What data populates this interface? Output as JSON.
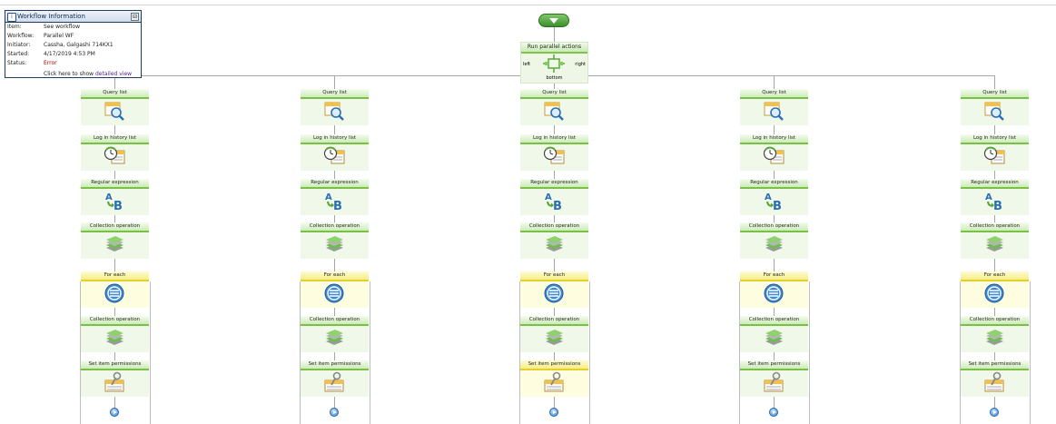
{
  "workflow_info": {
    "title": "Workflow Information",
    "minimize": "⊟",
    "rows": [
      {
        "key": "Item:",
        "value": "See workflow"
      },
      {
        "key": "Workflow:",
        "value": "Parallel WF"
      },
      {
        "key": "Initiator:",
        "value": "Cassha, Galgashi 714KX1"
      },
      {
        "key": "Started:",
        "value": "4/17/2019 4:53 PM"
      },
      {
        "key": "Status:",
        "value": "Error"
      }
    ],
    "link_prefix": "Click here to show ",
    "link_text": "detailed view"
  },
  "parallel_block": {
    "title": "Run parallel actions",
    "left": "left",
    "right": "right",
    "bottom": "bottom"
  },
  "branches": [
    {
      "query": "Query list",
      "log": "Log in history list",
      "regex": "Regular expression",
      "coll1": "Collection operation",
      "foreach": "For each",
      "coll2": "Collection operation",
      "perm": "Set item permissions",
      "perm_highlight": false
    },
    {
      "query": "Query list",
      "log": "Log in history list",
      "regex": "Regular expression",
      "coll1": "Collection operation",
      "foreach": "For each",
      "coll2": "Collection operation",
      "perm": "Set item permissions",
      "perm_highlight": false
    },
    {
      "query": "Query list",
      "log": "Log in history list",
      "regex": "Regular expression",
      "coll1": "Collection operation",
      "foreach": "For each",
      "coll2": "Collection operation",
      "perm": "Set item permissions",
      "perm_highlight": true
    },
    {
      "query": "Query list",
      "log": "Log in history list",
      "regex": "Regular expression",
      "coll1": "Collection operation",
      "foreach": "For each",
      "coll2": "Collection operation",
      "perm": "Set item permissions",
      "perm_highlight": false
    },
    {
      "query": "Query list",
      "log": "Log in history list",
      "regex": "Regular expression",
      "coll1": "Collection operation",
      "foreach": "For each",
      "coll2": "Collection operation",
      "perm": "Set item permissions",
      "perm_highlight": false
    }
  ],
  "icons": {
    "query": "query-list-icon",
    "log": "log-history-icon",
    "regex": "regex-ab-icon",
    "collection": "collection-stack-icon",
    "foreach": "for-each-loop-icon",
    "permissions": "permissions-key-icon",
    "end": "arrow-right-circle-icon",
    "start": "chevron-down-icon"
  }
}
